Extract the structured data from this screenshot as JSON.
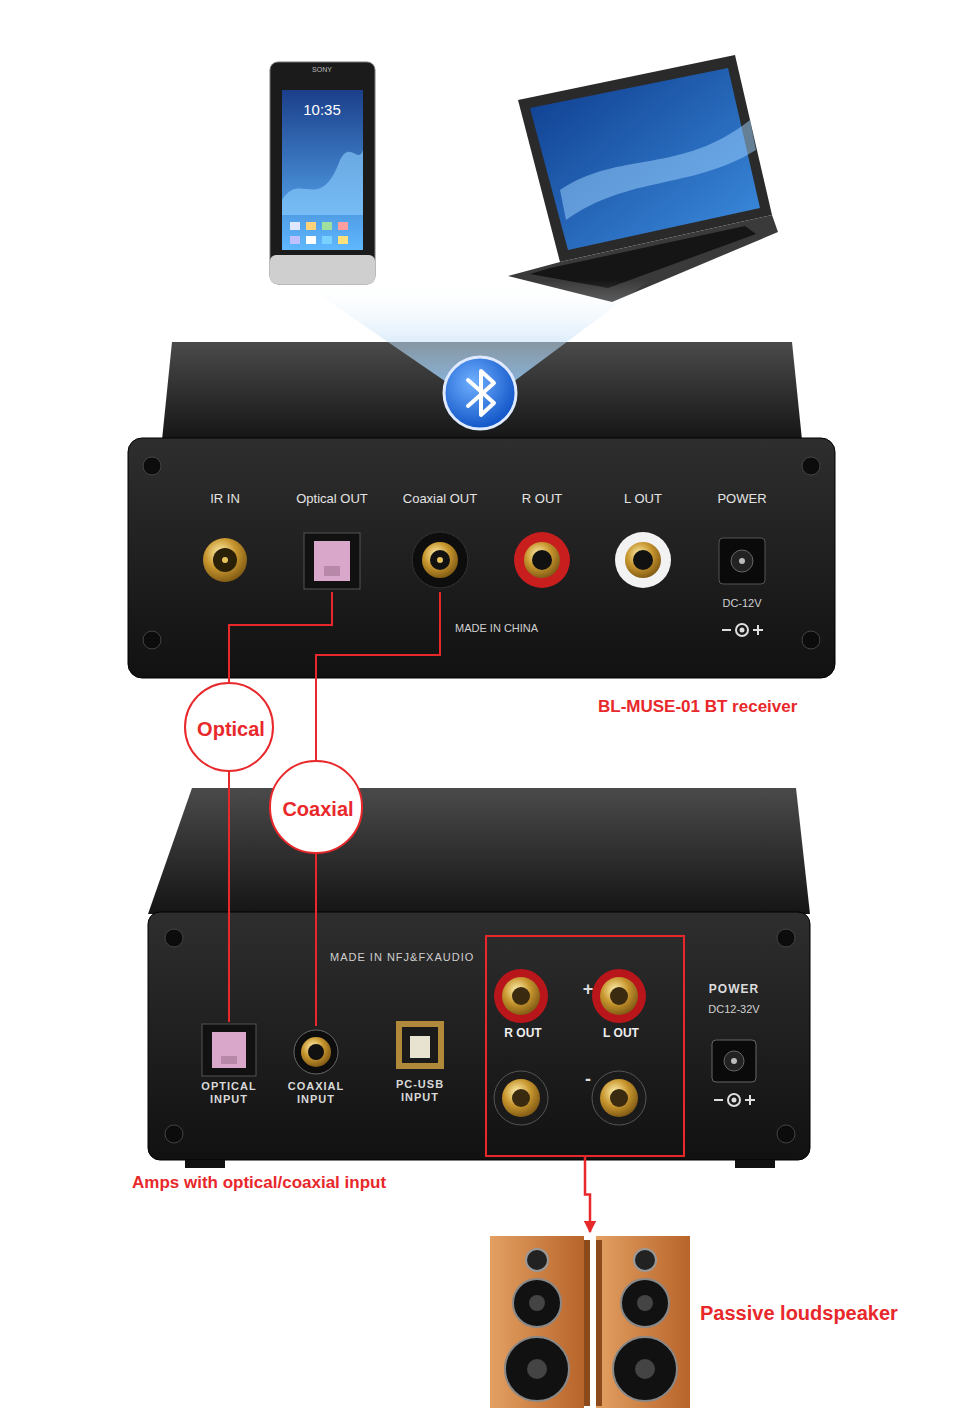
{
  "diagram": {
    "nodes": [
      {
        "text": [
          "BL-MUSE-01 BT receiver"
        ]
      },
      {
        "text": [
          "Optical OUT"
        ],
        "in": 0
      },
      {
        "text": [
          "Coaxial OUT"
        ],
        "in": 0
      },
      {
        "text": [
          "Optical"
        ]
      },
      {
        "text": [
          "Coaxial"
        ]
      },
      {
        "text": [
          "Amps with optical/coaxial input"
        ]
      },
      {
        "text": [
          "OPTICAL INPUT"
        ],
        "in": 5
      },
      {
        "text": [
          "COAXIAL INPUT"
        ],
        "in": 5
      },
      {
        "text": [
          "+",
          "R OUT",
          "L OUT",
          "-"
        ],
        "in": 5
      },
      {
        "text": [
          "Passive loudspeaker"
        ]
      }
    ],
    "edges": [
      {
        "from": 1,
        "to": 3,
        "arrow": "none"
      },
      {
        "from": 3,
        "to": 6,
        "arrow": "none"
      },
      {
        "from": 2,
        "to": 4,
        "arrow": "none"
      },
      {
        "from": 4,
        "to": 7,
        "arrow": "none"
      },
      {
        "from": 8,
        "to": 9,
        "arrow": "to"
      }
    ],
    "labels": [
      "SONY",
      "10:35",
      "IR IN",
      "R OUT",
      "L OUT",
      "POWER",
      "DC-12V",
      "MADE IN CHINA",
      "MADE IN NFJ&FXAUDIO",
      "PC-USB INPUT",
      "POWER",
      "DC12-32V"
    ]
  }
}
